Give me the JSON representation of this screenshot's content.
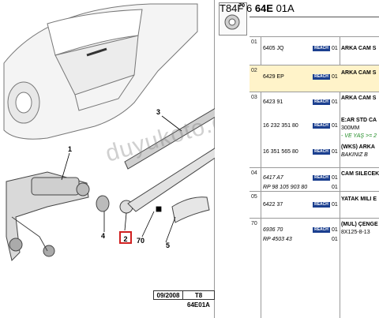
{
  "header": {
    "code_prefix": "T84F 6",
    "code_bold": "64E",
    "code_suffix": "01A"
  },
  "thumbnail": {
    "label": "70"
  },
  "footer": {
    "date": "09/2008",
    "code": "T8 64E01A"
  },
  "callouts": [
    "1",
    "2",
    "3",
    "4",
    "5",
    "70"
  ],
  "watermark": "duyukoto.com",
  "rows": [
    {
      "index": "01",
      "refs": [
        {
          "text": "6405 JQ",
          "italic": false,
          "badge": "REACH",
          "qty": "01"
        }
      ],
      "desc": [
        {
          "text": "ARKA CAM S",
          "style": "bold"
        }
      ]
    },
    {
      "index": "02",
      "selected": true,
      "refs": [
        {
          "text": "6429 EP",
          "italic": false,
          "badge": "REACH",
          "qty": "01"
        }
      ],
      "desc": [
        {
          "text": "ARKA CAM S",
          "style": "bold"
        }
      ]
    },
    {
      "index": "03",
      "refs": [
        {
          "text": "6423 91",
          "italic": false,
          "badge": "REACH",
          "qty": "01"
        },
        {
          "text": "16 232 351 80",
          "italic": false,
          "badge": "REACH",
          "qty": "01"
        },
        {
          "text": "16 351 565 80",
          "italic": false,
          "badge": "REACH",
          "qty": "01"
        }
      ],
      "desc": [
        {
          "text": "ARKA CAM S",
          "style": "bold"
        },
        {
          "text": "E:AR STD CA",
          "style": "bold"
        },
        {
          "text": "300MM",
          "style": "n"
        },
        {
          "text": "- VE YAŞ >= 2",
          "style": "green"
        },
        {
          "text": "(WKS) ARKA",
          "style": "bold"
        },
        {
          "text": "BAKINIZ B",
          "style": "it"
        }
      ]
    },
    {
      "index": "04",
      "refs": [
        {
          "text": "6417 A7",
          "italic": true,
          "badge": "REACH",
          "qty": "01"
        },
        {
          "text": "RP 98 105 903 80",
          "italic": true,
          "badge": "",
          "qty": "01"
        }
      ],
      "desc": [
        {
          "text": "CAM SILECEK",
          "style": "bold"
        }
      ]
    },
    {
      "index": "05",
      "refs": [
        {
          "text": "6422 37",
          "italic": false,
          "badge": "REACH",
          "qty": "01"
        }
      ],
      "desc": [
        {
          "text": "YATAK MILI E",
          "style": "bold"
        }
      ]
    },
    {
      "index": "70",
      "refs": [
        {
          "text": "6936 70",
          "italic": true,
          "badge": "REACH",
          "qty": "01"
        },
        {
          "text": "RP 4503 43",
          "italic": true,
          "badge": "",
          "qty": "01"
        }
      ],
      "desc": [
        {
          "text": "(MUL) ÇENGE",
          "style": "bold"
        },
        {
          "text": "8X125-8-13",
          "style": "n"
        }
      ]
    }
  ]
}
